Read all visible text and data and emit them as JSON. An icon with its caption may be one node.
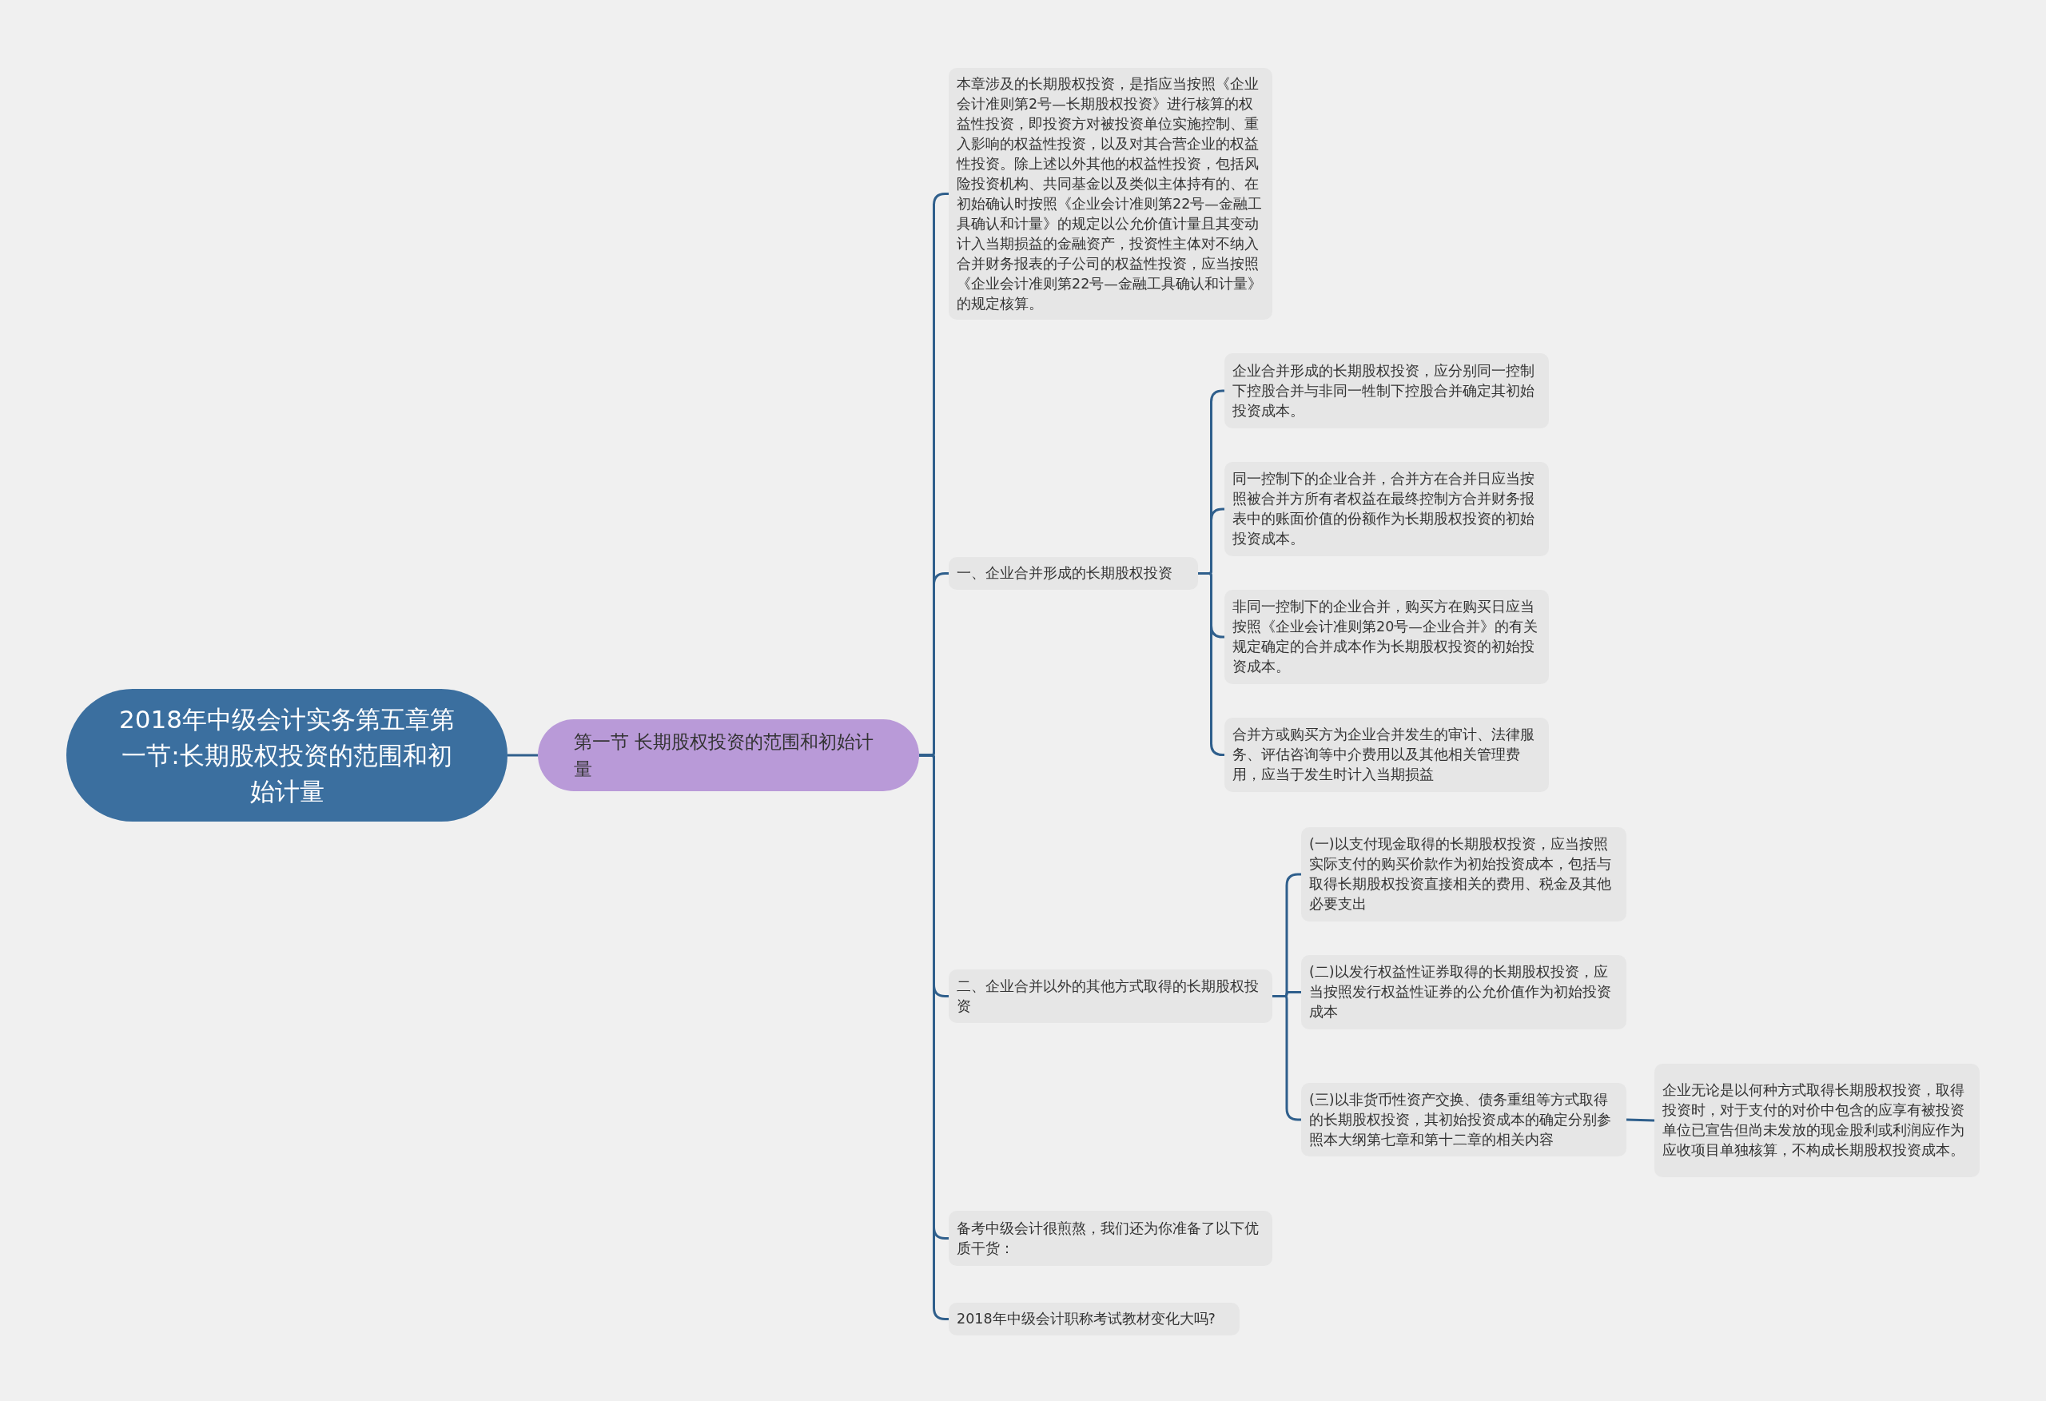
{
  "diagram": {
    "nodes": [
      {
        "text": [
          "2018年中级会计实务第五章第一节:长期股权投资的范围和初始计量"
        ]
      },
      {
        "text": [
          "第一节 长期股权投资的范围和初始计量"
        ]
      },
      {
        "text": [
          "本章涉及的长期股权投资，是指应当按照《企业会计准则第2号—长期股权投资》进行核算的权益性投资，即投资方对被投资单位实施控制、重入影响的权益性投资，以及对其合营企业的权益性投资。除上述以外其他的权益性投资，包括风险投资机构、共同基金以及类似主体持有的、在初始确认时按照《企业会计准则第22号—金融工具确认和计量》的规定以公允价值计量且其变动计入当期损益的金融资产，投资性主体对不纳入合并财务报表的子公司的权益性投资，应当按照《企业会计准则第22号—金融工具确认和计量》的规定核算。"
        ]
      },
      {
        "text": [
          "一、企业合并形成的长期股权投资"
        ]
      },
      {
        "text": [
          "企业合并形成的长期股权投资，应分别同一控制下控股合并与非同一牲制下控股合并确定其初始投资成本。"
        ]
      },
      {
        "text": [
          "同一控制下的企业合并，合并方在合并日应当按照被合并方所有者权益在最终控制方合并财务报表中的账面价值的份额作为长期股权投资的初始投资成本。"
        ]
      },
      {
        "text": [
          "非同一控制下的企业合并，购买方在购买日应当按照《企业会计准则第20号—企业合并》的有关规定确定的合并成本作为长期股权投资的初始投资成本。"
        ]
      },
      {
        "text": [
          "合并方或购买方为企业合并发生的审计、法律服务、评估咨询等中介费用以及其他相关管理费用，应当于发生时计入当期损益"
        ]
      },
      {
        "text": [
          "二、企业合并以外的其他方式取得的长期股权投资"
        ]
      },
      {
        "text": [
          "(一)以支付现金取得的长期股权投资，应当按照实际支付的购买价款作为初始投资成本，包括与取得长期股权投资直接相关的费用、税金及其他必要支出"
        ]
      },
      {
        "text": [
          "(二)以发行权益性证券取得的长期股权投资，应当按照发行权益性证券的公允价值作为初始投资成本"
        ]
      },
      {
        "text": [
          "(三)以非货币性资产交换、债务重组等方式取得的长期股权投资，其初始投资成本的确定分别参照本大纲第七章和第十二章的相关内容"
        ]
      },
      {
        "text": [
          "企业无论是以何种方式取得长期股权投资，取得投资时，对于支付的对价中包含的应享有被投资单位已宣告但尚未发放的现金股利或利润应作为应收项目单独核算，不构成长期股权投资成本。"
        ]
      },
      {
        "text": [
          "备考中级会计很煎熬，我们还为你准备了以下优质干货："
        ]
      },
      {
        "text": [
          "2018年中级会计职称考试教材变化大吗?"
        ]
      }
    ],
    "edges": [
      {
        "from": 0,
        "to": 1,
        "arrow": "none"
      },
      {
        "from": 1,
        "to": 2,
        "arrow": "none"
      },
      {
        "from": 1,
        "to": 3,
        "arrow": "none"
      },
      {
        "from": 3,
        "to": 4,
        "arrow": "none"
      },
      {
        "from": 3,
        "to": 5,
        "arrow": "none"
      },
      {
        "from": 3,
        "to": 6,
        "arrow": "none"
      },
      {
        "from": 3,
        "to": 7,
        "arrow": "none"
      },
      {
        "from": 1,
        "to": 8,
        "arrow": "none"
      },
      {
        "from": 8,
        "to": 9,
        "arrow": "none"
      },
      {
        "from": 8,
        "to": 10,
        "arrow": "none"
      },
      {
        "from": 8,
        "to": 11,
        "arrow": "none"
      },
      {
        "from": 11,
        "to": 12,
        "arrow": "none"
      },
      {
        "from": 1,
        "to": 13,
        "arrow": "none"
      },
      {
        "from": 1,
        "to": 14,
        "arrow": "none"
      }
    ]
  }
}
